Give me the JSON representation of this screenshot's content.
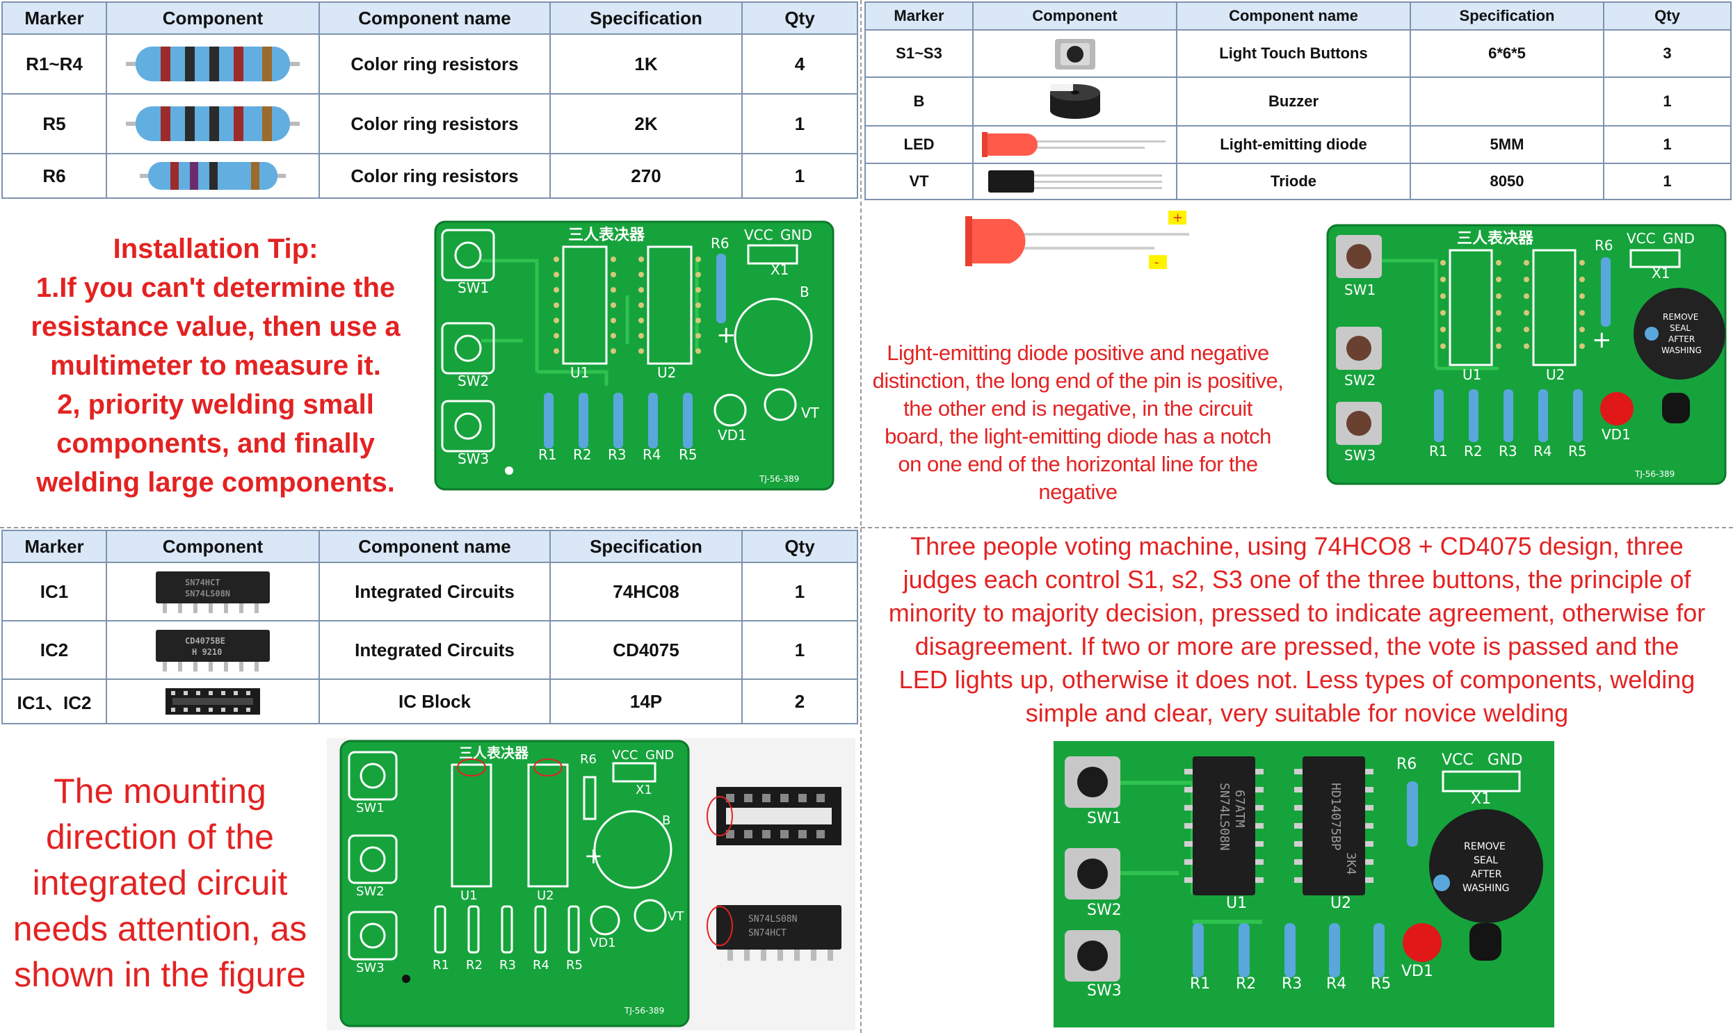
{
  "bom_columns": [
    "Marker",
    "Component",
    "Component name",
    "Specification",
    "Qty"
  ],
  "table1": [
    {
      "marker": "R1~R4",
      "icon": "resistor-icon",
      "name": "Color ring resistors",
      "spec": "1K",
      "qty": "4"
    },
    {
      "marker": "R5",
      "icon": "resistor-icon",
      "name": "Color ring resistors",
      "spec": "2K",
      "qty": "1"
    },
    {
      "marker": "R6",
      "icon": "resistor-icon",
      "name": "Color ring resistors",
      "spec": "270",
      "qty": "1"
    }
  ],
  "table2": [
    {
      "marker": "S1~S3",
      "icon": "tact-button-icon",
      "name": "Light Touch Buttons",
      "spec": "6*6*5",
      "qty": "3"
    },
    {
      "marker": "B",
      "icon": "buzzer-icon",
      "name": "Buzzer",
      "spec": "",
      "qty": "1"
    },
    {
      "marker": "LED",
      "icon": "led-icon",
      "name": "Light-emitting diode",
      "spec": "5MM",
      "qty": "1"
    },
    {
      "marker": "VT",
      "icon": "transistor-icon",
      "name": "Triode",
      "spec": "8050",
      "qty": "1"
    }
  ],
  "table3": [
    {
      "marker": "IC1",
      "icon": "ic-chip-icon",
      "chip_text": [
        "SN74HCT",
        "SN74LS08N"
      ],
      "name": "Integrated Circuits",
      "spec": "74HC08",
      "qty": "1"
    },
    {
      "marker": "IC2",
      "icon": "ic-chip-icon",
      "chip_text": [
        "CD4075BE",
        "H 9210"
      ],
      "name": "Integrated Circuits",
      "spec": "CD4075",
      "qty": "1"
    },
    {
      "marker": "IC1、IC2",
      "icon": "ic-socket-icon",
      "name": "IC Block",
      "spec": "14P",
      "qty": "2"
    }
  ],
  "install_tip": [
    "Installation Tip:",
    "1.If you can't determine the",
    "resistance value, then use a",
    "multimeter to measure it.",
    "2, priority welding small",
    "components, and finally",
    "welding large components."
  ],
  "led_note": [
    "Light-emitting diode positive and negative",
    "distinction, the long end of the pin is positive,",
    "the other end is negative, in the circuit",
    "board, the light-emitting diode has a notch",
    "on one end of the horizontal line for the",
    "negative"
  ],
  "led_polarity": {
    "plus": "+",
    "minus": "-"
  },
  "machine_desc": [
    "Three people voting machine, using 74HCO8 + CD4075 design, three",
    "judges each control S1, s2, S3 one of the three buttons, the principle of",
    "minority to majority decision, pressed to indicate agreement, otherwise for",
    "disagreement. If two or more are pressed, the vote is passed and the",
    "LED lights up, otherwise it does not. Less types of components, welding",
    "simple and clear, very suitable for novice welding"
  ],
  "mounting_note": [
    "The mounting",
    "direction of the",
    "integrated circuit",
    "needs attention, as",
    "shown in the figure"
  ],
  "pcb": {
    "title": "三人表决器",
    "vcc": "VCC",
    "gnd": "GND",
    "x1": "X1",
    "sw": [
      "SW1",
      "SW2",
      "SW3"
    ],
    "u": [
      "U1",
      "U2"
    ],
    "r6": "R6",
    "b": "B",
    "resistors": [
      "R1",
      "R2",
      "R3",
      "R4",
      "R5"
    ],
    "vd1": "VD1",
    "vt": "VT",
    "serial": "TJ-56-389",
    "buzzer_label": [
      "REMOVE",
      "SEAL",
      "AFTER",
      "WASHING"
    ],
    "ic1_text": [
      "SN74LS08N",
      "67ATM"
    ],
    "ic2_text": [
      "HD14075BP",
      "3K4"
    ]
  },
  "colors": {
    "accent_red": "#e32222",
    "pcb_green": "#15a33c",
    "header_blue": "#d9e7f7",
    "grid": "#7d93ad"
  }
}
